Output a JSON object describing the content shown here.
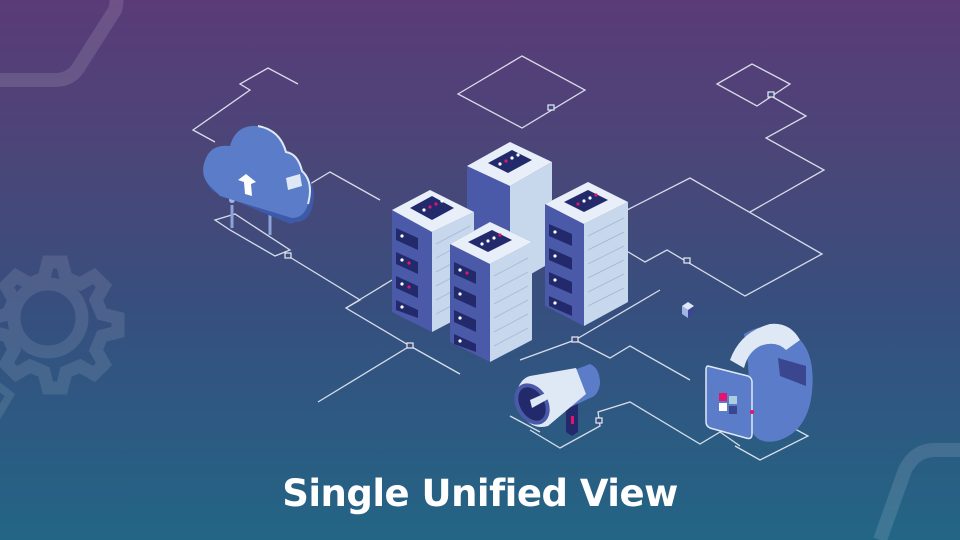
{
  "slide": {
    "title": "Single Unified View"
  },
  "illustration": {
    "elements": [
      "cloud-upload",
      "server-rack",
      "server-rack",
      "server-rack",
      "server-rack",
      "megaphone",
      "smartwatch",
      "small-cube"
    ],
    "background_icons": [
      "gear-icon",
      "rounded-square-outline"
    ]
  },
  "colors": {
    "bg_top": "#5a3b78",
    "bg_bottom": "#236585",
    "line": "#e8ecf5",
    "server_light": "#dfe9f5",
    "server_dark": "#232a6b",
    "server_side": "#4a5aa8",
    "accent_pink": "#e0156e",
    "cloud": "#5a7bc8",
    "title": "#ffffff"
  }
}
